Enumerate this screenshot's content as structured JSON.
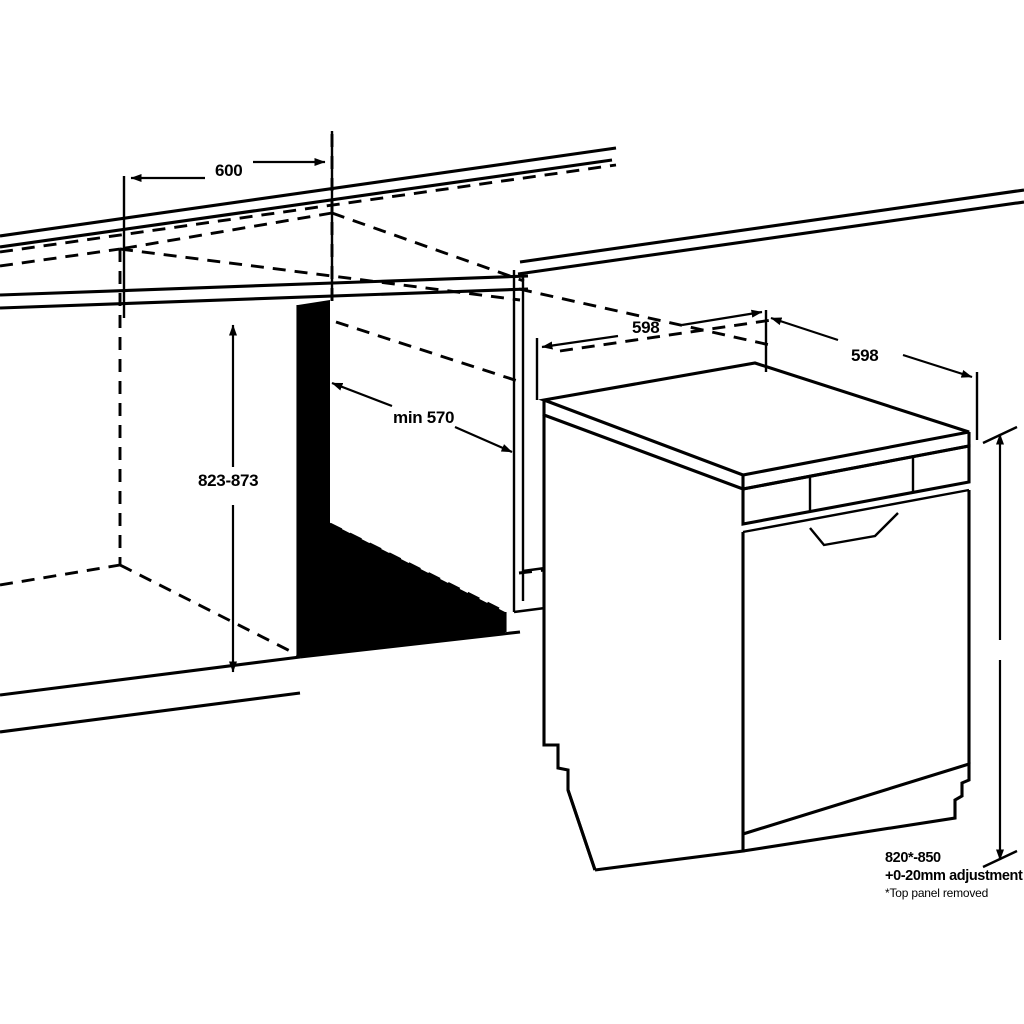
{
  "document": {
    "type": "technical-installation-diagram",
    "subject": "Freestanding dishwasher niche installation dimensions",
    "units": "mm",
    "background_color": "#ffffff",
    "line_color": "#000000",
    "shadow_fill_color": "#000000"
  },
  "dimensions": {
    "niche_width": {
      "label": "600",
      "description": "Cabinet niche opening width",
      "orientation": "horizontal",
      "arrow_style": "outward-pair"
    },
    "niche_height": {
      "label": "823-873",
      "description": "Cabinet niche opening height range",
      "orientation": "vertical",
      "arrow_style": "inward-pair"
    },
    "niche_depth": {
      "label": "min 570",
      "description": "Minimum niche depth",
      "orientation": "oblique",
      "arrow_style": "outward-pair"
    },
    "appliance_depth": {
      "label": "598",
      "description": "Appliance depth",
      "orientation": "oblique",
      "arrow_style": "outward-pair"
    },
    "appliance_width": {
      "label": "598",
      "description": "Appliance width",
      "orientation": "oblique",
      "arrow_style": "outward-pair"
    },
    "appliance_height": {
      "label_line_1": "820",
      "label_superscript": "*",
      "label_line_1_tail": "-850",
      "label_line_2": "+0-20mm adjustment",
      "label_line_3": "*Top panel removed",
      "description": "Appliance overall height with adjustable feet",
      "orientation": "vertical",
      "arrow_style": "inward-pair"
    }
  },
  "annotations": {
    "height_note_line1": "820*-850",
    "height_note_line2": "+0-20mm adjustment",
    "height_note_line3": "*Top panel removed"
  },
  "appliance": {
    "name": "dishwasher",
    "parts": [
      {
        "name": "top-panel",
        "description": "Worktop / top panel slab with visible thickness"
      },
      {
        "name": "control-panel",
        "description": "Front facia strip divided into three segments"
      },
      {
        "name": "door-handle",
        "description": "Recessed trapezoidal pocket handle"
      },
      {
        "name": "door-front",
        "description": "Main door panel"
      },
      {
        "name": "plinth",
        "description": "Bottom kickplate / plinth strip"
      },
      {
        "name": "side-panel",
        "description": "Left side panel with service notch"
      }
    ]
  },
  "cabinet": {
    "name": "kitchen-cabinet-run",
    "parts": [
      {
        "name": "worktop-band",
        "description": "Horizontal worktop drawn as parallel double lines"
      },
      {
        "name": "niche-opening",
        "description": "Black-filled L-shaped recess showing niche side wall and floor"
      },
      {
        "name": "hidden-edges",
        "description": "Dashed construction lines for concealed cabinet geometry"
      },
      {
        "name": "floor-line",
        "description": "Floor reference lines at cabinet base"
      },
      {
        "name": "vertical-post",
        "description": "Cabinet side panel edge post right of the niche"
      }
    ]
  }
}
